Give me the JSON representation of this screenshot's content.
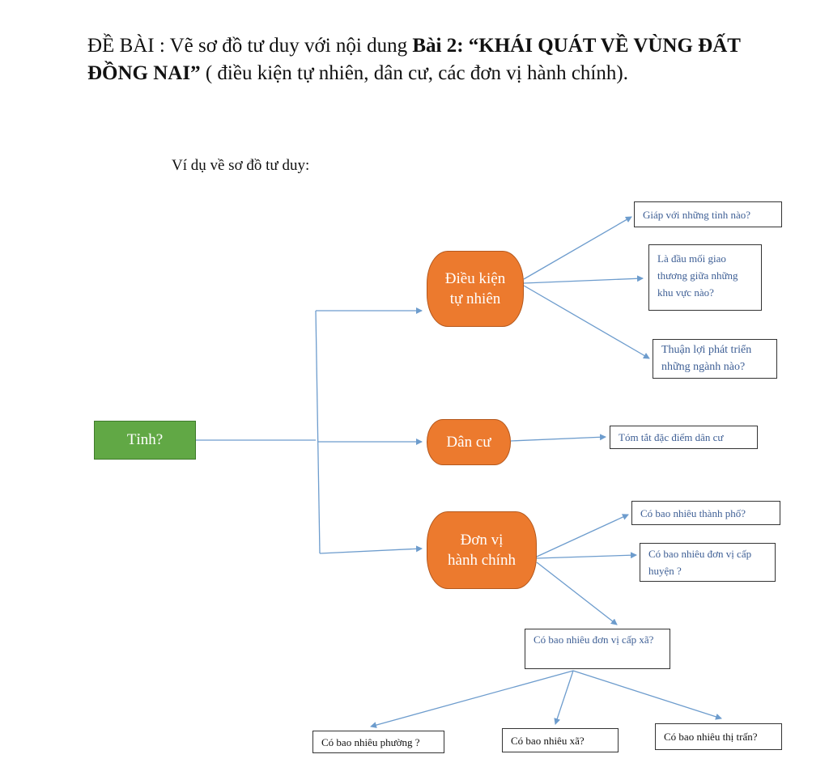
{
  "heading": {
    "prefix": "ĐỀ BÀI : Vẽ sơ đồ tư duy với nội dung ",
    "bold": "Bài 2:  “KHÁI QUÁT VỀ VÙNG ĐẤT ĐỒNG NAI”",
    "suffix": " ( điều kiện tự nhiên, dân cư, các đơn vị hành chính)."
  },
  "subtitle": "Ví dụ về sơ đồ tư duy:",
  "diagram": {
    "root": "Tỉnh?",
    "branches": [
      {
        "line1": "Điều kiện",
        "line2": "tự nhiên"
      },
      {
        "line1": "Dân cư"
      },
      {
        "line1": "Đơn vị",
        "line2": "hành chính"
      }
    ],
    "leaves": {
      "neighbors": "Giáp với những tỉnh nào?",
      "trade_hub": "Là đầu mối giao thương giữa những khu vực nào?",
      "industries": "Thuận lợi phát triển những ngành nào?",
      "population": "Tóm tắt đặc điểm dân cư",
      "cities": "Có bao nhiêu thành phố?",
      "districts": "Có bao nhiêu đơn vị cấp huyện ?",
      "communes": "Có bao nhiêu đơn vị cấp xã?",
      "wards": "Có bao nhiêu phường ?",
      "villages": "Có bao nhiêu xã?",
      "towns": "Có bao nhiêu thị trấn?"
    },
    "colors": {
      "root": "#61a845",
      "branch": "#ec7a2e",
      "connector": "#6d9ccd",
      "leaf_text": "#3e5f95"
    }
  }
}
